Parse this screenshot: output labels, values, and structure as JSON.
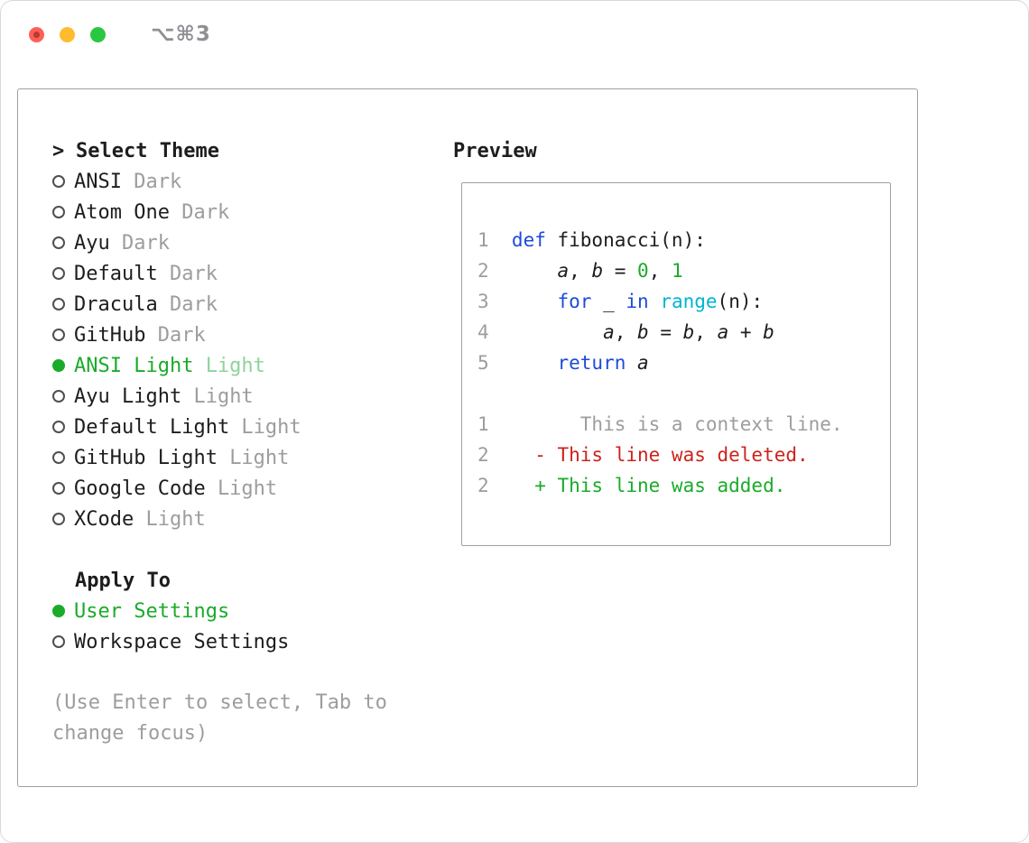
{
  "window": {
    "title": "⌥⌘3",
    "traffic_lights": [
      "close",
      "minimize",
      "zoom"
    ]
  },
  "picker": {
    "prompt": ">",
    "title": "Select Theme",
    "items": [
      {
        "name": "ANSI",
        "variant": "Dark",
        "selected": false
      },
      {
        "name": "Atom One",
        "variant": "Dark",
        "selected": false
      },
      {
        "name": "Ayu",
        "variant": "Dark",
        "selected": false
      },
      {
        "name": "Default",
        "variant": "Dark",
        "selected": false
      },
      {
        "name": "Dracula",
        "variant": "Dark",
        "selected": false
      },
      {
        "name": "GitHub",
        "variant": "Dark",
        "selected": false
      },
      {
        "name": "ANSI Light",
        "variant": "Light",
        "selected": true
      },
      {
        "name": "Ayu Light",
        "variant": "Light",
        "selected": false
      },
      {
        "name": "Default Light",
        "variant": "Light",
        "selected": false
      },
      {
        "name": "GitHub Light",
        "variant": "Light",
        "selected": false
      },
      {
        "name": "Google Code",
        "variant": "Light",
        "selected": false
      },
      {
        "name": "XCode",
        "variant": "Light",
        "selected": false
      }
    ],
    "apply_to": {
      "title": "Apply To",
      "options": [
        {
          "label": "User Settings",
          "selected": true
        },
        {
          "label": "Workspace Settings",
          "selected": false
        }
      ]
    },
    "hint": "(Use Enter to select, Tab to change focus)"
  },
  "preview": {
    "title": "Preview",
    "lines": [
      {
        "num": "1",
        "tokens": [
          {
            "t": "def",
            "c": "k"
          },
          {
            "t": " fibonacci(n):",
            "c": "p"
          }
        ]
      },
      {
        "num": "2",
        "tokens": [
          {
            "t": "    ",
            "c": "p"
          },
          {
            "t": "a",
            "c": "v"
          },
          {
            "t": ", ",
            "c": "p"
          },
          {
            "t": "b",
            "c": "v"
          },
          {
            "t": " = ",
            "c": "p"
          },
          {
            "t": "0",
            "c": "n"
          },
          {
            "t": ", ",
            "c": "p"
          },
          {
            "t": "1",
            "c": "n"
          }
        ]
      },
      {
        "num": "3",
        "tokens": [
          {
            "t": "    ",
            "c": "p"
          },
          {
            "t": "for",
            "c": "k"
          },
          {
            "t": " _ ",
            "c": "p"
          },
          {
            "t": "in",
            "c": "k"
          },
          {
            "t": " ",
            "c": "p"
          },
          {
            "t": "range",
            "c": "f"
          },
          {
            "t": "(n):",
            "c": "p"
          }
        ]
      },
      {
        "num": "4",
        "tokens": [
          {
            "t": "        ",
            "c": "p"
          },
          {
            "t": "a",
            "c": "v"
          },
          {
            "t": ", ",
            "c": "p"
          },
          {
            "t": "b",
            "c": "v"
          },
          {
            "t": " = ",
            "c": "p"
          },
          {
            "t": "b",
            "c": "v"
          },
          {
            "t": ", ",
            "c": "p"
          },
          {
            "t": "a",
            "c": "v"
          },
          {
            "t": " + ",
            "c": "p"
          },
          {
            "t": "b",
            "c": "v"
          }
        ]
      },
      {
        "num": "5",
        "tokens": [
          {
            "t": "    ",
            "c": "p"
          },
          {
            "t": "return",
            "c": "k"
          },
          {
            "t": " ",
            "c": "p"
          },
          {
            "t": "a",
            "c": "v"
          }
        ]
      },
      {
        "num": "",
        "tokens": []
      },
      {
        "num": "1",
        "tokens": [
          {
            "t": "      This is a context line.",
            "c": "ctx"
          }
        ]
      },
      {
        "num": "2",
        "tokens": [
          {
            "t": "  - This line was deleted.",
            "c": "del"
          }
        ]
      },
      {
        "num": "2",
        "tokens": [
          {
            "t": "  + This line was added.",
            "c": "add"
          }
        ]
      }
    ]
  },
  "colors": {
    "text": "#1d1d1f",
    "muted_gray": "#9d9d9d",
    "accent_green": "#1aab2a",
    "green_soft": "#8ed49a",
    "keyword_blue": "#1c4bd9",
    "function_cyan": "#00b5d1",
    "deleted_red": "#cc231c",
    "border_gray": "#99a1a8",
    "traffic_red": "#ff5f57",
    "traffic_yellow": "#febc2e",
    "traffic_green": "#2ac840"
  }
}
